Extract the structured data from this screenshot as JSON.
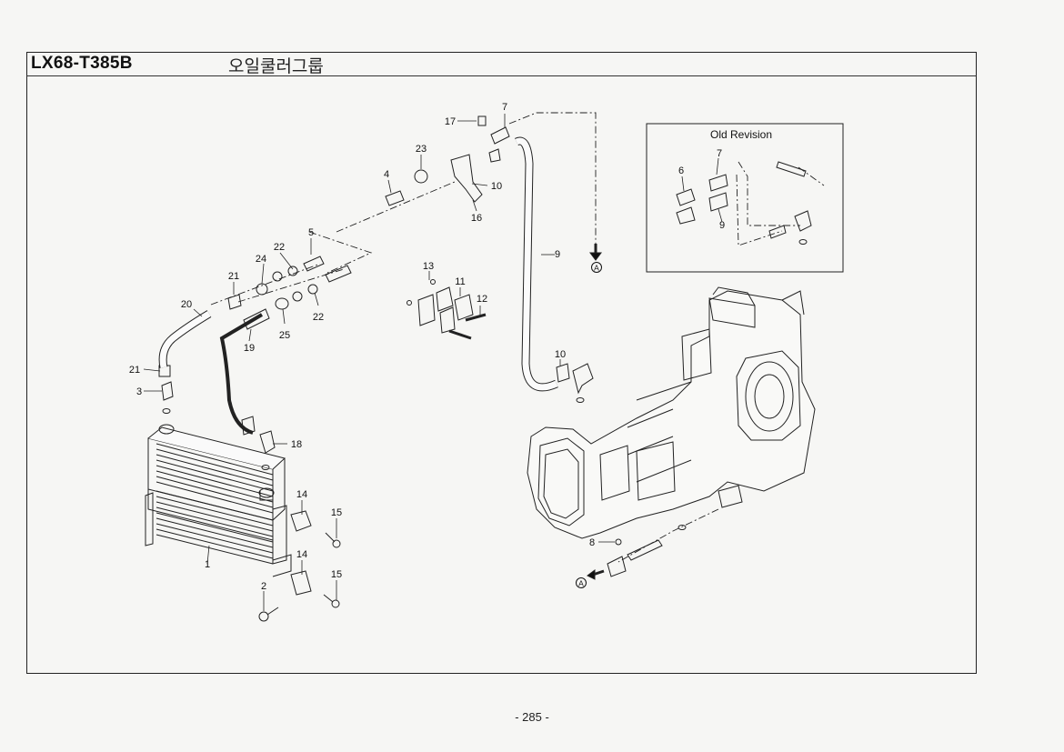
{
  "header": {
    "model": "LX68-T385B",
    "title": "오일쿨러그룹"
  },
  "old_revision": {
    "title": "Old Revision",
    "labels": [
      "6",
      "7",
      "9"
    ]
  },
  "callouts": [
    {
      "id": "17",
      "text": "17"
    },
    {
      "id": "7",
      "text": "7"
    },
    {
      "id": "23",
      "text": "23"
    },
    {
      "id": "4",
      "text": "4"
    },
    {
      "id": "10a",
      "text": "10"
    },
    {
      "id": "16",
      "text": "16"
    },
    {
      "id": "5",
      "text": "5"
    },
    {
      "id": "9",
      "text": "9"
    },
    {
      "id": "22a",
      "text": "22"
    },
    {
      "id": "24",
      "text": "24"
    },
    {
      "id": "21a",
      "text": "21"
    },
    {
      "id": "20",
      "text": "20"
    },
    {
      "id": "22b",
      "text": "22"
    },
    {
      "id": "25",
      "text": "25"
    },
    {
      "id": "19",
      "text": "19"
    },
    {
      "id": "13",
      "text": "13"
    },
    {
      "id": "11",
      "text": "11"
    },
    {
      "id": "12",
      "text": "12"
    },
    {
      "id": "21b",
      "text": "21"
    },
    {
      "id": "3",
      "text": "3"
    },
    {
      "id": "10b",
      "text": "10"
    },
    {
      "id": "18",
      "text": "18"
    },
    {
      "id": "14a",
      "text": "14"
    },
    {
      "id": "15a",
      "text": "15"
    },
    {
      "id": "1",
      "text": "1"
    },
    {
      "id": "14b",
      "text": "14"
    },
    {
      "id": "15b",
      "text": "15"
    },
    {
      "id": "2",
      "text": "2"
    },
    {
      "id": "8",
      "text": "8"
    }
  ],
  "connector_marker": "A",
  "page": {
    "number": "- 285 -"
  }
}
